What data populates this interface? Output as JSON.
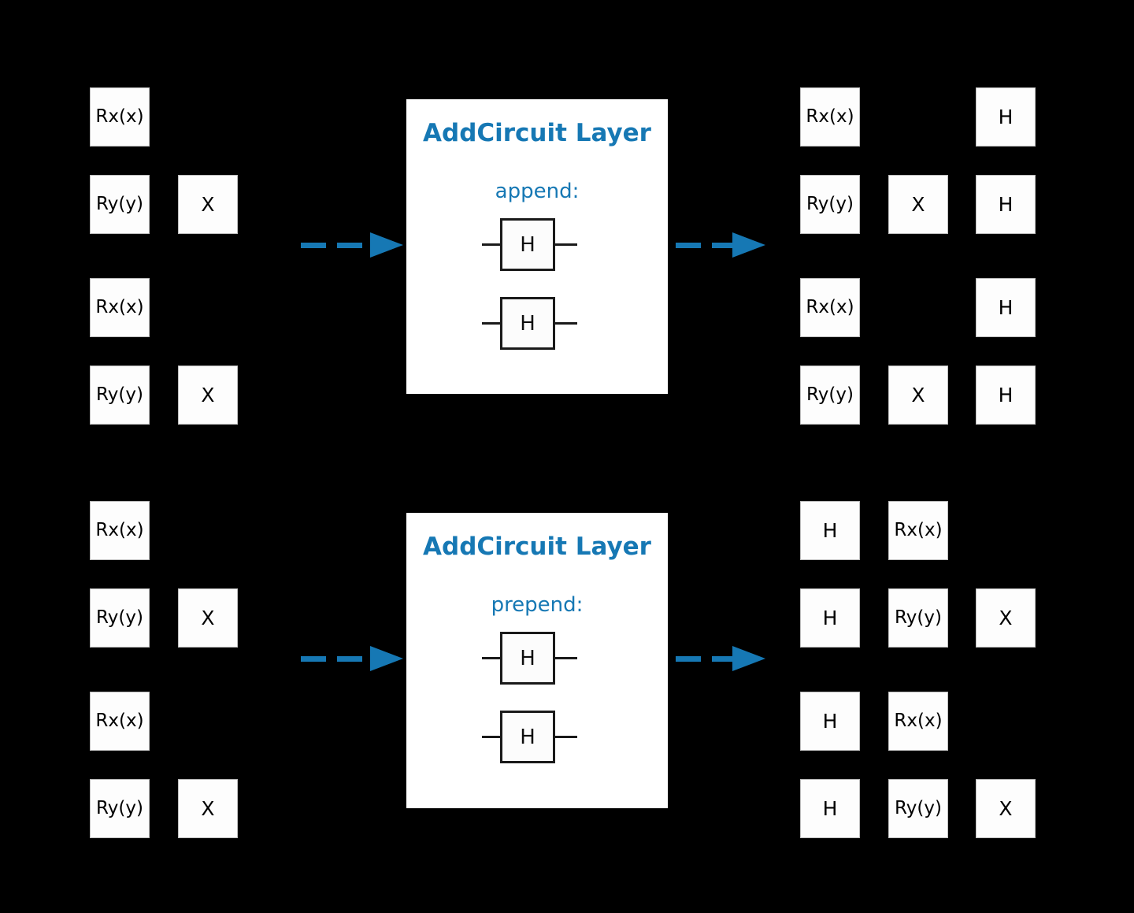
{
  "figure": {
    "background_color": "#000000",
    "accent_color": "#1678b4",
    "gate_fill": "#fdfdfd",
    "gate_text_color": "#000000"
  },
  "rows": [
    {
      "id": "append-row",
      "input_circuit": {
        "label": "input-circuit-append",
        "wires": [
          {
            "wire": 0,
            "gates": [
              "Rx(x)"
            ]
          },
          {
            "wire": 1,
            "gates": [
              "Ry(y)",
              "X"
            ]
          },
          {
            "wire": 2,
            "gates": [
              "Rx(x)"
            ]
          },
          {
            "wire": 3,
            "gates": [
              "Ry(y)",
              "X"
            ]
          }
        ]
      },
      "panel": {
        "title": "AddCircuit Layer",
        "subtitle": "append:",
        "mini_circuit_gates": [
          "H",
          "H"
        ]
      },
      "output_circuit": {
        "label": "output-circuit-append",
        "wires": [
          {
            "wire": 0,
            "gates": [
              "Rx(x)",
              "",
              "H"
            ]
          },
          {
            "wire": 1,
            "gates": [
              "Ry(y)",
              "X",
              "H"
            ]
          },
          {
            "wire": 2,
            "gates": [
              "Rx(x)",
              "",
              "H"
            ]
          },
          {
            "wire": 3,
            "gates": [
              "Ry(y)",
              "X",
              "H"
            ]
          }
        ]
      }
    },
    {
      "id": "prepend-row",
      "input_circuit": {
        "label": "input-circuit-prepend",
        "wires": [
          {
            "wire": 0,
            "gates": [
              "Rx(x)"
            ]
          },
          {
            "wire": 1,
            "gates": [
              "Ry(y)",
              "X"
            ]
          },
          {
            "wire": 2,
            "gates": [
              "Rx(x)"
            ]
          },
          {
            "wire": 3,
            "gates": [
              "Ry(y)",
              "X"
            ]
          }
        ]
      },
      "panel": {
        "title": "AddCircuit Layer",
        "subtitle": "prepend:",
        "mini_circuit_gates": [
          "H",
          "H"
        ]
      },
      "output_circuit": {
        "label": "output-circuit-prepend",
        "wires": [
          {
            "wire": 0,
            "gates": [
              "H",
              "Rx(x)",
              ""
            ]
          },
          {
            "wire": 1,
            "gates": [
              "H",
              "Ry(y)",
              "X"
            ]
          },
          {
            "wire": 2,
            "gates": [
              "H",
              "Rx(x)",
              ""
            ]
          },
          {
            "wire": 3,
            "gates": [
              "H",
              "Ry(y)",
              "X"
            ]
          }
        ]
      }
    }
  ]
}
